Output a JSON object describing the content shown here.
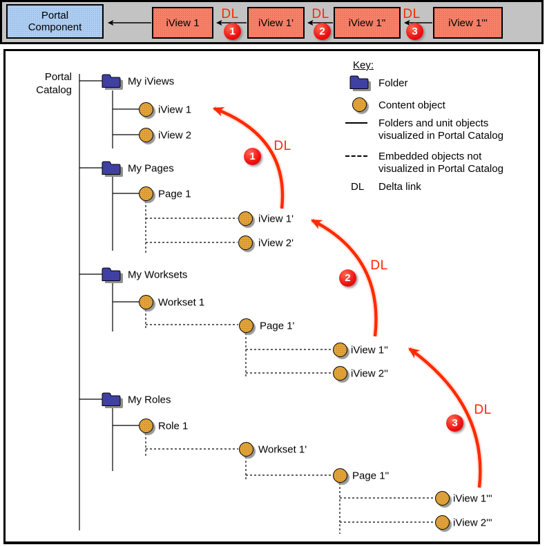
{
  "top_strip": {
    "source_box": "Portal Component",
    "iview_boxes": [
      "iView 1",
      "iView 1'",
      "iView 1''",
      "iView 1'''"
    ],
    "dl_label": "DL",
    "link_numbers": [
      "1",
      "2",
      "3"
    ]
  },
  "tree": {
    "root": "Portal Catalog",
    "my_iviews": "My iViews",
    "iview1": "iView 1",
    "iview2": "iView 2",
    "my_pages": "My Pages",
    "page1": "Page 1",
    "iview1p": "iView 1'",
    "iview2p": "iView 2'",
    "my_worksets": "My Worksets",
    "workset1": "Workset 1",
    "page1p": "Page 1'",
    "iview1pp": "iView 1''",
    "iview2pp": "iView 2''",
    "my_roles": "My Roles",
    "role1": "Role 1",
    "workset1p": "Workset 1'",
    "page1pp": "Page 1''",
    "iview1ppp": "iView 1'''",
    "iview2ppp": "iView 2'''"
  },
  "delta_links": {
    "label": "DL",
    "numbers": [
      "1",
      "2",
      "3"
    ]
  },
  "key": {
    "title": "Key:",
    "folder_label": "Folder",
    "content_object_label": "Content object",
    "solid_line_label": "Folders and unit objects visualized in Portal Catalog",
    "dashed_line_label": "Embedded objects not visualized in Portal Catalog",
    "dl_abbr": "DL",
    "dl_label": "Delta link"
  },
  "colors": {
    "delta_link_red": "#ff2600",
    "badge_red": "#ee1010",
    "arrow_red": "#ff2b00",
    "folder_blue": "#3f3fa4",
    "content_object_orange": "#e2a33c",
    "iview_box_salmon": "#f58169",
    "portal_component_blue": "#aecdf0",
    "strip_gray": "#c3c3c3"
  }
}
